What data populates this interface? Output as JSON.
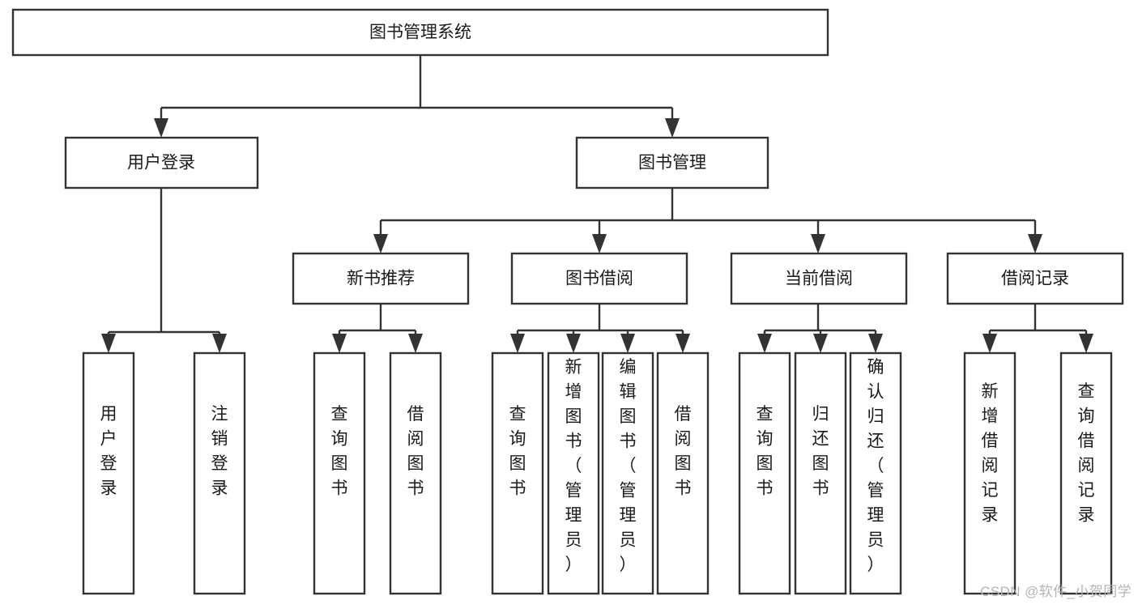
{
  "diagram": {
    "title": "图书管理系统",
    "type": "tree",
    "orientation": "top-down",
    "colors": {
      "box_fill": "#ffffff",
      "box_stroke": "#333333",
      "text": "#1a1a1a",
      "background": "#ffffff",
      "watermark": "#b4b4b4"
    },
    "root": {
      "label": "图书管理系统"
    },
    "level2": [
      {
        "id": "user-login",
        "label": "用户登录"
      },
      {
        "id": "book-manage",
        "label": "图书管理"
      }
    ],
    "level3": [
      {
        "id": "new-book-recommend",
        "label": "新书推荐",
        "parent": "book-manage"
      },
      {
        "id": "book-borrow",
        "label": "图书借阅",
        "parent": "book-manage"
      },
      {
        "id": "current-borrow",
        "label": "当前借阅",
        "parent": "book-manage"
      },
      {
        "id": "borrow-record",
        "label": "借阅记录",
        "parent": "book-manage"
      }
    ],
    "leaves": [
      {
        "id": "leaf-user-login",
        "label": "用户登录",
        "parent": "user-login"
      },
      {
        "id": "leaf-logout",
        "label": "注销登录",
        "parent": "user-login"
      },
      {
        "id": "leaf-query-book-1",
        "label": "查询图书",
        "parent": "new-book-recommend"
      },
      {
        "id": "leaf-borrow-book-1",
        "label": "借阅图书",
        "parent": "new-book-recommend"
      },
      {
        "id": "leaf-query-book-2",
        "label": "查询图书",
        "parent": "book-borrow"
      },
      {
        "id": "leaf-add-book",
        "label": "新增图书（管理员）",
        "parent": "book-borrow"
      },
      {
        "id": "leaf-edit-book",
        "label": "编辑图书（管理员）",
        "parent": "book-borrow"
      },
      {
        "id": "leaf-borrow-book-2",
        "label": "借阅图书",
        "parent": "book-borrow"
      },
      {
        "id": "leaf-query-book-3",
        "label": "查询图书",
        "parent": "current-borrow"
      },
      {
        "id": "leaf-return-book",
        "label": "归还图书",
        "parent": "current-borrow"
      },
      {
        "id": "leaf-confirm-return",
        "label": "确认归还（管理员）",
        "parent": "current-borrow"
      },
      {
        "id": "leaf-add-record",
        "label": "新增借阅记录",
        "parent": "borrow-record"
      },
      {
        "id": "leaf-query-record",
        "label": "查询借阅记录",
        "parent": "borrow-record"
      }
    ]
  },
  "watermark": {
    "text": "CSDN @软件_小贺同学"
  }
}
